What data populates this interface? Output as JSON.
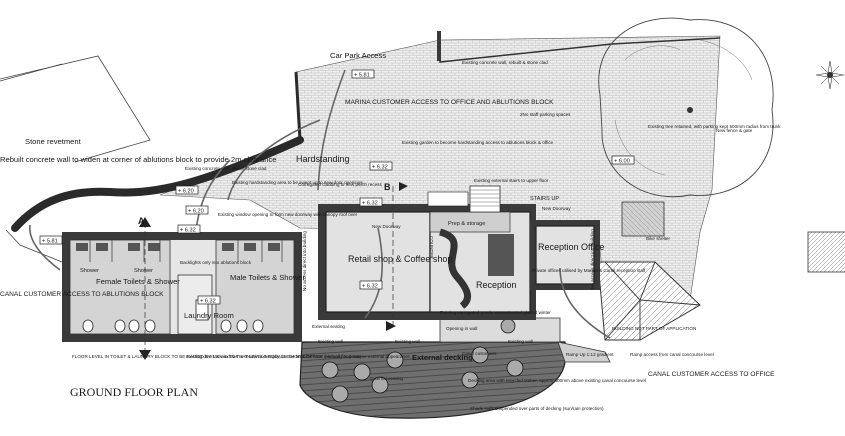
{
  "plan": {
    "title": "GROUND FLOOR PLAN",
    "rooms": {
      "female_toilets": "Female Toilets & Shower",
      "male_toilets": "Male Toilets & Shower",
      "laundry": "Laundry Room",
      "retail": "Retail shop & Coffee shop",
      "reception": "Reception",
      "reception_office": "Reception Office",
      "prep_storage": "Prep & storage",
      "shower_a": "Shower",
      "shower_b": "Shower",
      "counter": "COUNTER",
      "stairs_up": "STAIRS UP"
    },
    "labels": {
      "car_park": "Car Park Access",
      "marina": "MARINA CUSTOMER ACCESS TO OFFICE AND ABLUTIONS BLOCK",
      "stone_revetment": "Stone revetment",
      "rebuilt_wall": "Rebuilt concrete wall to widen at corner of ablutions block to provide 2m clearance",
      "hardstanding": "Hardstanding",
      "external_decking": "External decking",
      "canal_customer_right": "CANAL CUSTOMER ACCESS TO OFFICE",
      "canal_customer_left": "CANAL CUSTOMER ACCESS TO ABLUTIONS BLOCK",
      "floor_level_note": "FLOOR LEVEL IN TOILET & LAUNDRY BLOCK TO BE RAISED BY 150mm TO THAT LEVELS EQUALS SHOP & OFFICE (reduce flood risk)",
      "existing_doors_note": "Existing doors & windows to remain externally, but be boarded over internally to preserve external appearance",
      "existing_concrete_wall_top": "Existing concrete wall, rebuilt & stone clad",
      "existing_concrete_wall_left": "Existing concrete wall, rebuilt stone clad",
      "parking_spaces": "2No staff parking spaces",
      "garden_note": "Existing garden to become hardstanding access to ablutions block & office",
      "corrugated_note": "Corrugated cladding to new porch recess",
      "hardstanding_note": "Existing hardstanding area to be swept up to new door openings",
      "window_note": "Existing window opening to form new doorway with canopy roof over",
      "external_stairs": "Existing external stairs to upper floor",
      "new_doorway_a": "New Doorway",
      "new_doorway_b": "New Doorway",
      "backlights": "Backlights only into ablutions block",
      "private_offices": "Private offices utilised by Marina & Canal reception staff",
      "tree_note": "Existing tree retained, with parking kept 500mm radius from trunk",
      "fence_gate": "New fence & gate",
      "bike_shelter": "Bike shelter",
      "building_not_part": "BUILDING NOT PART OF APPLICATION",
      "ramp_up": "Ramp Up 1:12 gradient",
      "ramp_access": "Ramp access from canal concourse level",
      "external_seating_a": "External seating",
      "external_seating_b": "External seating",
      "existing_wall_a": "Existing wall",
      "existing_wall_b": "Existing wall",
      "existing_wall_c": "Existing wall",
      "canal_customers": "Canal customers",
      "shade_sails": "Shade sails suspended over parts of decking (sun/rain protection)",
      "decking_note": "Decking area with recycled timber, approx 400mm above existing canal concourse level",
      "corrugated_porch": "Existing corrugated porch, reconstructed glazed winter",
      "opening_wall": "Opening in wall",
      "no_access_left": "No access direct into building",
      "no_access_right": "No access direct into building",
      "section_a": "A",
      "section_b": "B"
    },
    "levels": [
      "+ 5.81",
      "+ 6.20",
      "+ 6.20",
      "+ 6.32",
      "+ 6.32",
      "+ 6.32",
      "+ 6.32",
      "+ 6.00",
      "+ 5.81",
      "+ 6.32"
    ]
  }
}
